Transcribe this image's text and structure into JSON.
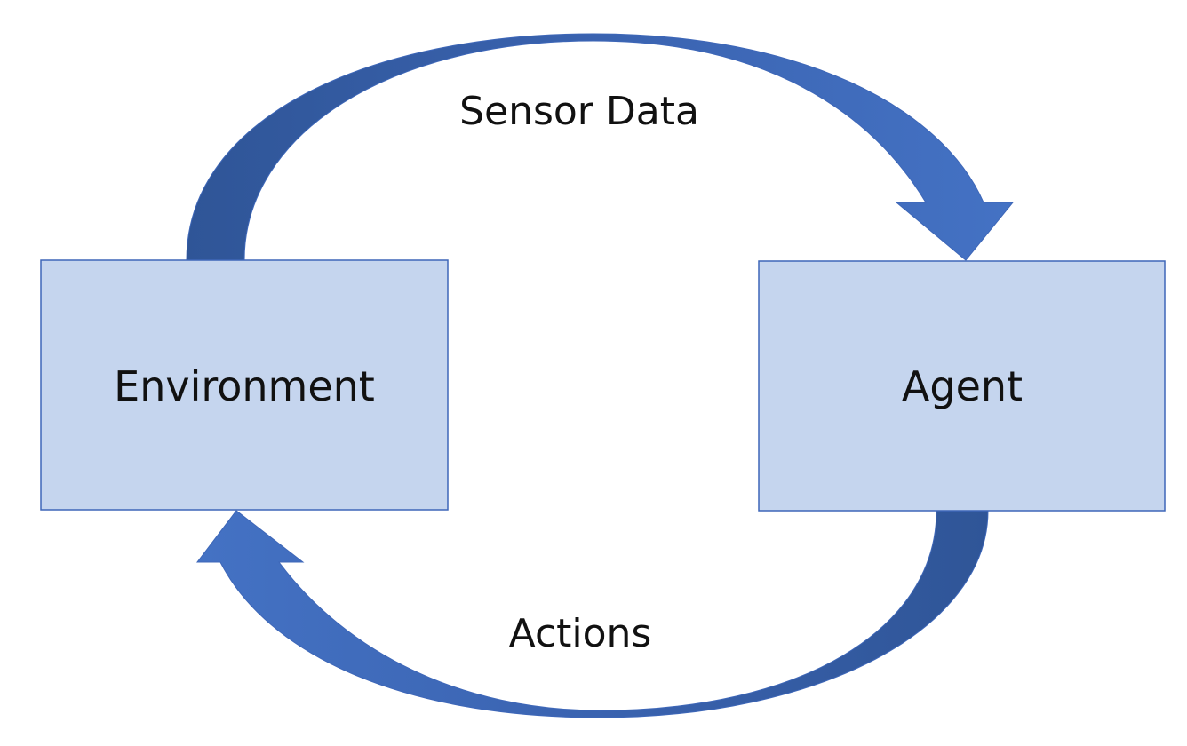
{
  "nodes": {
    "environment": {
      "label": "Environment"
    },
    "agent": {
      "label": "Agent"
    }
  },
  "edges": {
    "sensor_data": {
      "label": "Sensor Data",
      "from": "Environment",
      "to": "Agent"
    },
    "actions": {
      "label": "Actions",
      "from": "Agent",
      "to": "Environment"
    }
  },
  "colors": {
    "box_fill": "#c5d5ee",
    "box_stroke": "#3e67b8",
    "arrow_light": "#4472c4",
    "arrow_dark": "#2f5597",
    "text": "#111111",
    "background": "#ffffff"
  }
}
